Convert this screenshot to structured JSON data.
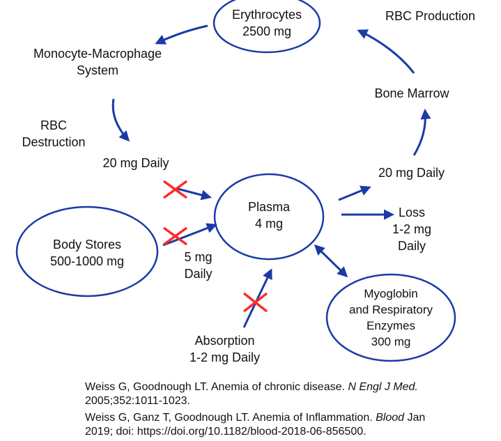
{
  "colors": {
    "node_stroke": "#1a3aa6",
    "arrow": "#1a3aa6",
    "cross": "#ff2a2a",
    "text": "#111111"
  },
  "nodes": {
    "erythrocytes": {
      "line1": "Erythrocytes",
      "line2": "2500 mg"
    },
    "plasma": {
      "line1": "Plasma",
      "line2": "4 mg"
    },
    "body_stores": {
      "line1": "Body Stores",
      "line2": "500-1000  mg"
    },
    "myoglobin": {
      "line1": "Myoglobin",
      "line2": "and Respiratory",
      "line3": "Enzymes",
      "line4": "300 mg"
    }
  },
  "labels": {
    "rbc_production": "RBC Production",
    "monocyte": {
      "line1": "Monocyte-Macrophage",
      "line2": "System"
    },
    "rbc_destruction": {
      "line1": "RBC",
      "line2": "Destruction"
    },
    "daily_20_left": "20 mg Daily",
    "daily_20_right": "20 mg Daily",
    "bone_marrow": "Bone Marrow",
    "loss": {
      "line1": "Loss",
      "line2": "1-2 mg",
      "line3": "Daily"
    },
    "five_mg": {
      "line1": "5 mg",
      "line2": "Daily"
    },
    "absorption": {
      "line1": "Absorption",
      "line2": "1-2 mg Daily"
    }
  },
  "references": {
    "ref1": {
      "pre": "Weiss G, Goodnough LT. Anemia of chronic disease. ",
      "journal": "N Engl J Med.",
      "rest": "2005;352:1011-1023."
    },
    "ref2": {
      "pre": "Weiss G, Ganz T, Goodnough LT. Anemia of Inflammation. ",
      "journal": "Blood",
      "post": " Jan",
      "rest": "2019; doi: https://doi.org/10.1182/blood-2018-06-856500."
    }
  }
}
